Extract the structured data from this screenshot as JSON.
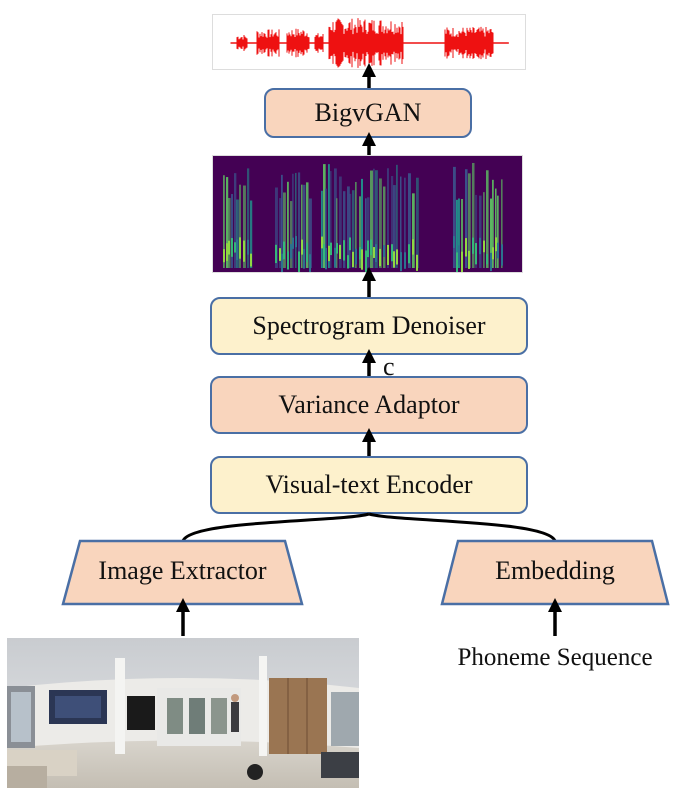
{
  "nodes": {
    "bigvgan": "BigvGAN",
    "denoiser": "Spectrogram Denoiser",
    "variance": "Variance Adaptor",
    "encoder": "Visual-text Encoder",
    "image_extractor": "Image Extractor",
    "embedding": "Embedding"
  },
  "labels": {
    "condition": "c",
    "phoneme": "Phoneme Sequence"
  },
  "colors": {
    "peach": "#f9d5bd",
    "cream": "#fdf1cc",
    "border": "#4a6fa5",
    "waveform": "#ee1111",
    "spectrogram_bg": "#440154"
  }
}
